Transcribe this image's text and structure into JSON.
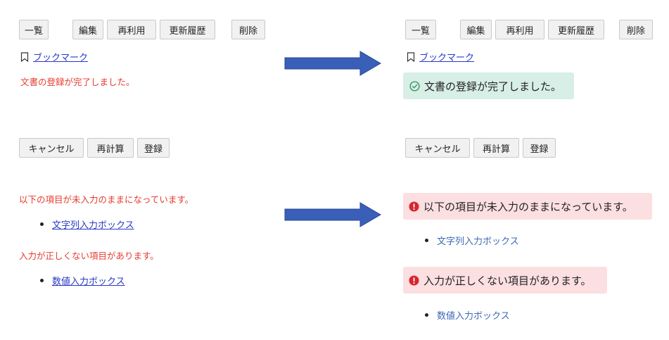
{
  "before": {
    "toolbar": {
      "list": "一覧",
      "edit": "編集",
      "reuse": "再利用",
      "history": "更新履歴",
      "delete": "削除"
    },
    "bookmark": "ブックマーク",
    "success_message": "文書の登録が完了しました。",
    "form_buttons": {
      "cancel": "キャンセル",
      "recalc": "再計算",
      "register": "登録"
    },
    "errors": {
      "missing_heading": "以下の項目が未入力のままになっています。",
      "missing_item": "文字列入力ボックス",
      "invalid_heading": "入力が正しくない項目があります。",
      "invalid_item": "数値入力ボックス"
    }
  },
  "after": {
    "toolbar": {
      "list": "一覧",
      "edit": "編集",
      "reuse": "再利用",
      "history": "更新履歴",
      "delete": "削除"
    },
    "bookmark": "ブックマーク",
    "success_message": "文書の登録が完了しました。",
    "form_buttons": {
      "cancel": "キャンセル",
      "recalc": "再計算",
      "register": "登録"
    },
    "errors": {
      "missing_heading": "以下の項目が未入力のままになっています。",
      "missing_item": "文字列入力ボックス",
      "invalid_heading": "入力が正しくない項目があります。",
      "invalid_item": "数値入力ボックス"
    }
  },
  "icons": {
    "bookmark": "bookmark-icon",
    "success": "check-circle-icon",
    "error": "exclamation-circle-icon",
    "arrow": "right-arrow-icon"
  },
  "colors": {
    "old_error_text": "#e53b2e",
    "old_link": "#2a39c7",
    "new_link": "#3d68b3",
    "success_bg": "#d7efe6",
    "success_icon": "#2f8f5b",
    "danger_bg": "#fbdfe1",
    "danger_icon": "#d7262f",
    "arrow_fill": "#3a5fb8"
  }
}
